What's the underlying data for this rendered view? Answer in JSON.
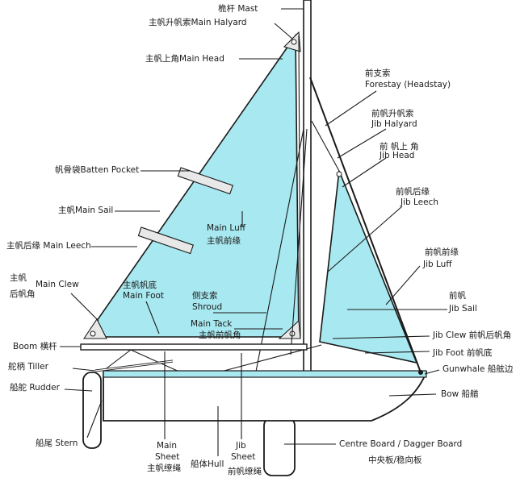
{
  "labels": {
    "mast": "桅杆 Mast",
    "main_halyard": "主帆升帆索Main Halyard",
    "main_head": "主帆上角Main Head",
    "forestay_cn": "前支索",
    "forestay_en": "Forestay (Headstay)",
    "jib_halyard_cn": "前帆升帆索",
    "jib_halyard_en": "Jib Halyard",
    "jib_head_cn": "前 帆上 角",
    "jib_head_en": "Jib Head",
    "batten_pocket": "帆骨袋Batten Pocket",
    "jib_leech_cn": "前帆后缘",
    "jib_leech_en": "Jib Leech",
    "main_sail": "主帆Main Sail",
    "main_luff_en": "Main Luff",
    "main_luff_cn": "主帆前缘",
    "main_leech": "主帆后缘 Main Leech",
    "jib_luff_cn": "前帆前缘",
    "jib_luff_en": "Jib Luff",
    "main_clew_cn1": "主帆",
    "main_clew_cn2": "后帆角",
    "main_clew_en": "Main Clew",
    "main_foot_cn": "主帆帆底",
    "main_foot_en": "Main Foot",
    "shroud_cn": "侧支索",
    "shroud_en": "Shroud",
    "jib_sail_cn": "前帆",
    "jib_sail_en": "Jib Sail",
    "main_tack_en": "Main Tack",
    "main_tack_cn": "主帆前帆角",
    "jib_clew": "Jib Clew 前帆后帆角",
    "boom": "Boom 横杆",
    "jib_foot": "Jib Foot 前帆底",
    "tiller": "舵柄 Tiller",
    "gunwhale": "Gunwhale 船舷边",
    "rudder": "船舵 Rudder",
    "bow": "Bow 船艏",
    "stern": "船尾 Stern",
    "main_sheet_en1": "Main",
    "main_sheet_en2": "Sheet",
    "main_sheet_cn": "主帆缭绳",
    "hull": "船体Hull",
    "jib_sheet_en1": "Jib",
    "jib_sheet_en2": "Sheet",
    "jib_sheet_cn": "前帆缭绳",
    "centre_board_en": "Centre Board / Dagger Board",
    "centre_board_cn": "中央板/稳向板"
  },
  "colors": {
    "sail": "#a8e8f0",
    "outline": "#1a1a1a",
    "hull": "#ffffff"
  }
}
